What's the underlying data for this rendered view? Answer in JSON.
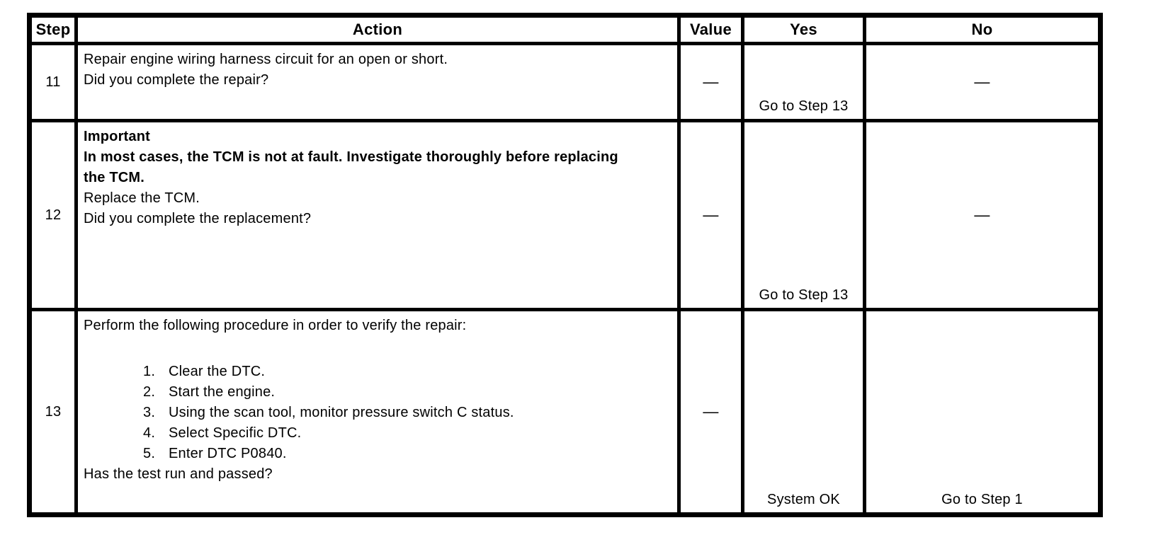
{
  "header": {
    "step": "Step",
    "action": "Action",
    "value": "Value",
    "yes": "Yes",
    "no": "No"
  },
  "rows": [
    {
      "step": "11",
      "action": {
        "text": "Repair engine wiring harness circuit for an open or short.",
        "question": "Did you complete the repair?"
      },
      "value": "—",
      "yes": "Go to Step 13",
      "no": "—"
    },
    {
      "step": "12",
      "action": {
        "important_label": "Important",
        "important_text": "In most cases, the TCM is not at fault. Investigate thoroughly before replacing the TCM.",
        "text": "Replace the TCM.",
        "question": "Did you complete the replacement?"
      },
      "value": "—",
      "yes": "Go to Step 13",
      "no": "—"
    },
    {
      "step": "13",
      "action": {
        "intro": "Perform the following procedure in order to verify the repair:",
        "steps": [
          {
            "num": "1.",
            "text": "Clear the DTC."
          },
          {
            "num": "2.",
            "text": "Start the engine."
          },
          {
            "num": "3.",
            "text": "Using the scan tool, monitor pressure switch C status."
          },
          {
            "num": "4.",
            "text": "Select Specific DTC."
          },
          {
            "num": "5.",
            "text": "Enter DTC P0840."
          }
        ],
        "question": "Has the test run and passed?"
      },
      "value": "—",
      "yes": "System OK",
      "no": "Go to Step 1"
    }
  ]
}
